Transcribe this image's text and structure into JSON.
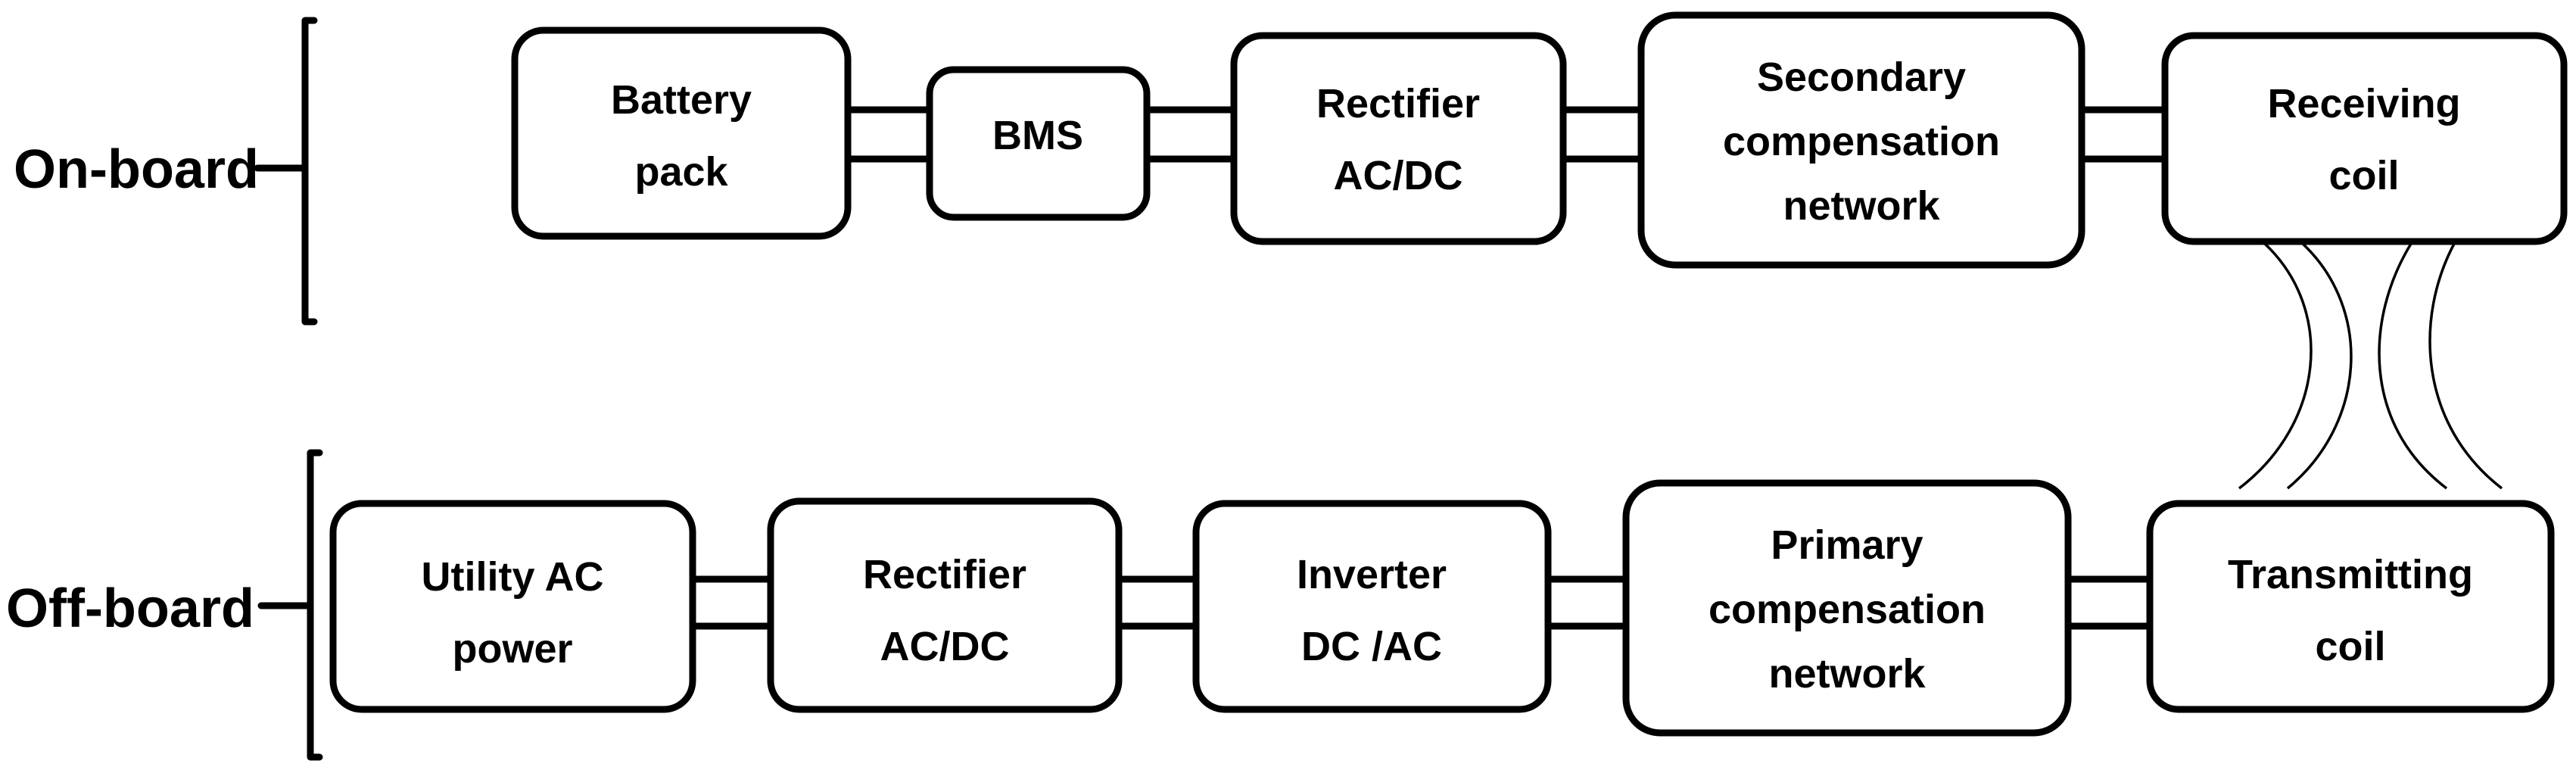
{
  "labels": {
    "onboard": "On-board",
    "offboard": "Off-board"
  },
  "onboard_blocks": {
    "battery": [
      "Battery",
      "pack"
    ],
    "bms": [
      "BMS"
    ],
    "rectifier": [
      "Rectifier",
      "AC/DC"
    ],
    "secondary_comp": [
      "Secondary",
      "compensation",
      "network"
    ],
    "receiving_coil": [
      "Receiving",
      "coil"
    ]
  },
  "offboard_blocks": {
    "utility": [
      "Utility AC",
      "power"
    ],
    "rectifier": [
      "Rectifier",
      "AC/DC"
    ],
    "inverter": [
      "Inverter",
      "DC /AC"
    ],
    "primary_comp": [
      "Primary",
      "compensation",
      "network"
    ],
    "transmitting_coil": [
      "Transmitting",
      "coil"
    ]
  }
}
